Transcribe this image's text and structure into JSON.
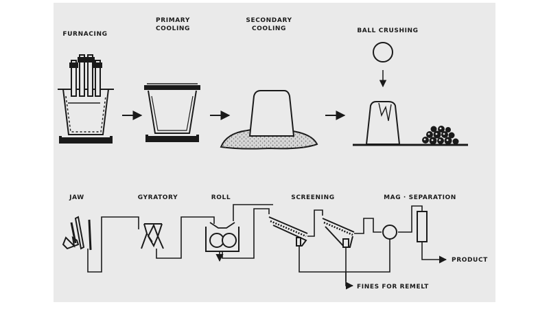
{
  "colors": {
    "page_bg": "#ffffff",
    "panel_bg": "#eaeaea",
    "ink": "#1a1a1a",
    "sand": "#d6d6d6"
  },
  "steps_top": [
    {
      "key": "furnacing",
      "lines": [
        "FURNACING"
      ],
      "icon": "furnace-icon"
    },
    {
      "key": "primary",
      "lines": [
        "PRIMARY",
        "COOLING"
      ],
      "icon": "cooling-pot-icon"
    },
    {
      "key": "secondary",
      "lines": [
        "SECONDARY",
        "COOLING"
      ],
      "icon": "cooling-ingot-icon"
    },
    {
      "key": "ball",
      "lines": [
        "BALL CRUSHING"
      ],
      "icon": "ball-crusher-icon"
    }
  ],
  "steps_bottom": [
    {
      "key": "jaw",
      "lines": [
        "JAW"
      ],
      "icon": "jaw-crusher-icon"
    },
    {
      "key": "gyratory",
      "lines": [
        "GYRATORY"
      ],
      "icon": "gyratory-crusher-icon"
    },
    {
      "key": "roll",
      "lines": [
        "ROLL"
      ],
      "icon": "roll-crusher-icon"
    },
    {
      "key": "screening",
      "lines": [
        "SCREENING"
      ],
      "icon": "screen-deck-icon"
    },
    {
      "key": "mag",
      "lines": [
        "MAG · SEPARATION"
      ],
      "icon": "magnetic-separator-icon"
    }
  ],
  "outputs": {
    "product": "PRODUCT",
    "fines": "FINES FOR REMELT"
  }
}
